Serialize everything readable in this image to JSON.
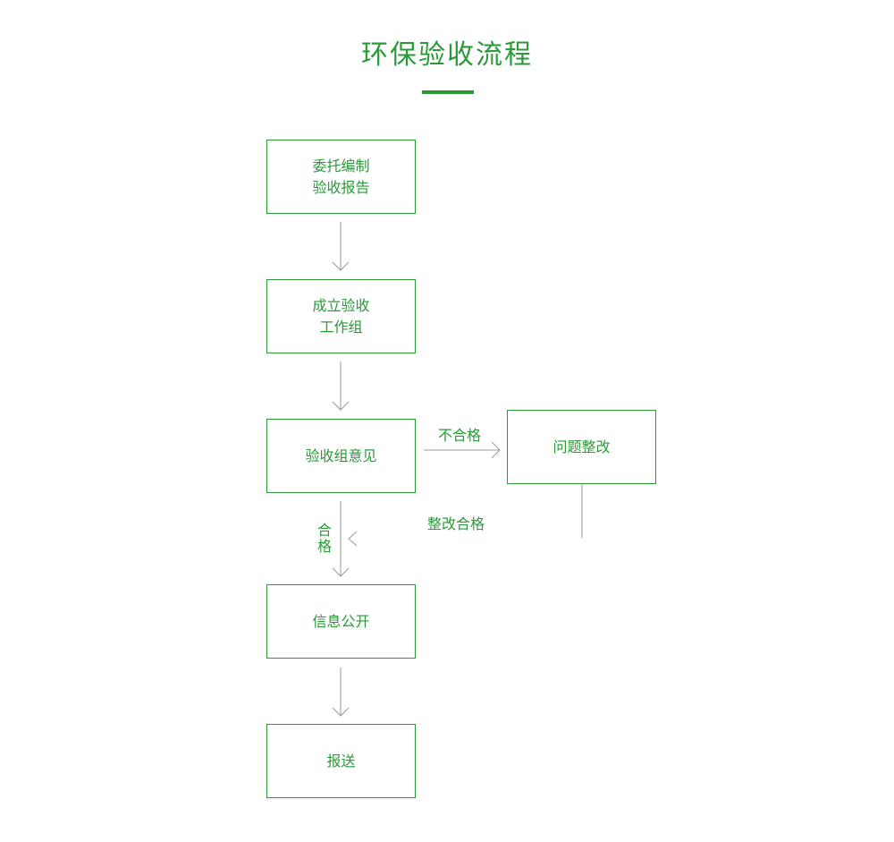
{
  "title": "环保验收流程",
  "colors": {
    "accent": "#2a9a38",
    "line": "#9a9a9a"
  },
  "steps": [
    {
      "id": "entrust",
      "lines": [
        "委托编制",
        "验收报告"
      ]
    },
    {
      "id": "group",
      "lines": [
        "成立验收",
        "工作组"
      ]
    },
    {
      "id": "opinion",
      "lines": [
        "验收组意见"
      ]
    },
    {
      "id": "public",
      "lines": [
        "信息公开"
      ]
    },
    {
      "id": "report",
      "lines": [
        "报送"
      ]
    }
  ],
  "rectify": {
    "lines": [
      "问题整改"
    ]
  },
  "edge_labels": {
    "fail": "不合格",
    "pass": [
      "合",
      "格"
    ],
    "rectified": "整改合格"
  }
}
